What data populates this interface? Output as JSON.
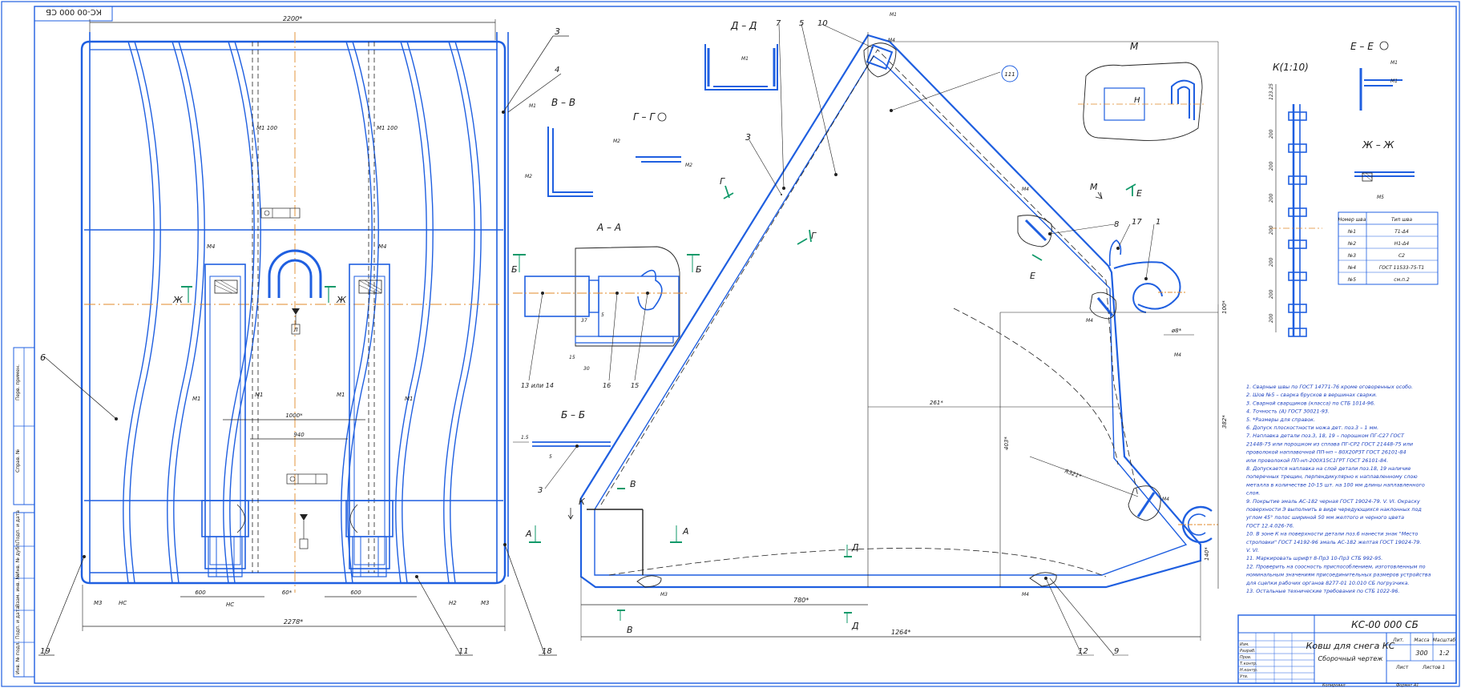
{
  "title_block": {
    "code": "КС-00 000 СБ",
    "code_stamp": "КС-00 000 СБ",
    "name": "Ковш для снега КС",
    "doc_type": "Сборочный чертеж",
    "mass": "300",
    "scale": "1:2",
    "sheet": "Лист",
    "sheets": "Листов 1",
    "cols": [
      "Лит.",
      "Масса",
      "Масштаб"
    ],
    "rows": [
      "Изм.",
      "Разраб.",
      "Пров.",
      "Т.контр.",
      "Н.контр.",
      "Утв."
    ],
    "copied": "Копировал",
    "format": "Формат A1"
  },
  "views": {
    "DD": "Д – Д",
    "VV": "В – В",
    "GG": "Г – Г",
    "AA": "А – А",
    "BB": "Б – Б",
    "M": "М",
    "K": "К(1:10)",
    "EE": "Е – Е",
    "ZhZh": "Ж – Ж",
    "H": "Н"
  },
  "weld_table": {
    "headers": [
      "Номер шва",
      "Тип шва"
    ],
    "rows": [
      [
        "№1",
        "Т1-Δ4"
      ],
      [
        "№2",
        "Н1-Δ4"
      ],
      [
        "№3",
        "С2"
      ],
      [
        "№4",
        "ГОСТ 11533-75-Т1"
      ],
      [
        "№5",
        "см.п.2"
      ]
    ]
  },
  "tech_notes": [
    "1. Сварные швы по ГОСТ 14771-76 кроме оговоренных особо.",
    "2. Шов №5 – сварка брусков в вершинах сварки.",
    "3. Сварной сварщиков (класса) по СТБ 1014-96.",
    "4. Точность (А) ГОСТ 30021-93.",
    "5. *Размеры для справок.",
    "6. Допуск плоскостности ножа дет. поз.3 – 1 мм.",
    "7. Наплавка детали поз.3, 18, 19 – порошком ПГ-С27 ГОСТ",
    "21448-75 или порошком из сплава ПГ-СР2 ГОСТ 21448-75 или",
    "проволокой наплавочной ПП-нп – 80Х20Р3Т ГОСТ 26101-84",
    "или проволокой ПП-нп-200Х15С1ГРТ ГОСТ 26101-84.",
    "8. Допускается наплавка на слой детали поз.18, 19 наличие",
    "поперечных трещин, перпендикулярно к наплавленному слою",
    "металла в количестве 10-15 шт. на 100 мм длины наплавленного",
    "слоя.",
    "9. Покрытие эмаль АС-182 черная ГОСТ 19024-79. V. VI. Окраску",
    "поверхности Э выполнить в виде чередующихся наклонных под",
    "углом 45° полос шириной 50 мм желтого и черного цвета",
    "ГОСТ 12.4.026-76.",
    "10. В зоне К на поверхности детали поз.6 нанести знак \"Место",
    "строповки\" ГОСТ 14192-96 эмаль АС-182 желтая ГОСТ 19024-79.",
    "V. VI.",
    "11. Маркировать шрифт 8-Пр3 10-Пр3 СТБ 992-95.",
    "12. Проверить на соосность приспособлением, изготовленным по",
    "номинальным значениям присоединительных размеров устройства",
    "для сцепки рабочих органов 8277-01 10.010 СБ погрузчика.",
    "13. Остальные технические требования по СТБ 1022-96."
  ],
  "dims": {
    "top_width": "2200*",
    "bottom_width": "2278*",
    "inner_1": "1000*",
    "inner_2": "940",
    "s600a": "600",
    "s600b": "600",
    "s607": "60*",
    "base_780": "780*",
    "base_1264": "1264*",
    "d_261": "261*",
    "d_403": "403*",
    "d_382": "382*",
    "d_R321": "R321*",
    "d_48": "ø8*",
    "d_140": "140*",
    "d_100": "100*",
    "d_15": "15",
    "d_30": "30",
    "d_5": "5",
    "d_37": "37",
    "d_1p5": "1.5",
    "k_dims": [
      "123.25",
      "200",
      "200",
      "200",
      "200",
      "200",
      "200",
      "200"
    ]
  },
  "positions": {
    "p1": "1",
    "p3": "3",
    "p3b": "3",
    "p3c": "3",
    "p4": "4",
    "p5": "5",
    "p6": "6",
    "p7": "7",
    "p8": "8",
    "p9": "9",
    "p10": "10",
    "p11": "11",
    "p12": "12",
    "p13": "13 или 14",
    "p15": "15",
    "p16": "16",
    "p17": "17",
    "p18": "18",
    "p19": "19",
    "p111": "111"
  },
  "weld_marks": {
    "M1": "М1",
    "M2": "М2",
    "M3": "М3",
    "M4": "М4",
    "M5": "М5",
    "M1_100": "М1 100",
    "HC": "НС",
    "HS": "Н2"
  },
  "section_marks": {
    "A": "А",
    "B": "Б",
    "V": "В",
    "G": "Г",
    "D": "Д",
    "E": "Е",
    "Zh": "Ж",
    "K": "К",
    "M": "М",
    "L": "Л"
  },
  "side_stamp": [
    "Перв. примен.",
    "Справ. №",
    "Подп. и дата",
    "Инв. № дубл.",
    "Взам. инв. №",
    "Подп. и дата",
    "Инв. № подл."
  ]
}
